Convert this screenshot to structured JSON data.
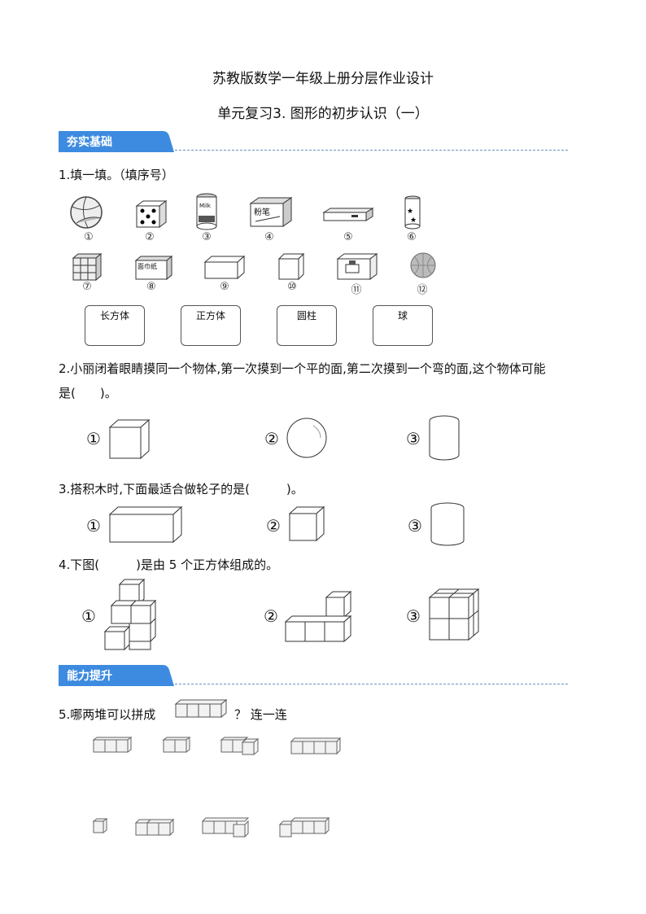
{
  "header": {
    "title": "苏教版数学一年级上册分层作业设计",
    "subtitle": "单元复习3. 图形的初步认识（一）"
  },
  "sections": {
    "basic": "夯实基础",
    "ability": "能力提升"
  },
  "q1": {
    "prompt": "1.填一填。（填序号）",
    "labels": [
      "①",
      "②",
      "③",
      "④",
      "⑤",
      "⑥",
      "⑦",
      "⑧",
      "⑨",
      "⑩",
      "⑪",
      "⑫"
    ],
    "item_text": {
      "milk": "Milk",
      "chalk": "粉笔",
      "tissue": "面巾纸"
    },
    "categories": [
      "长方体",
      "正方体",
      "圆柱",
      "球"
    ]
  },
  "q2": {
    "prompt": "2.小丽闭着眼睛摸同一个物体,第一次摸到一个平的面,第二次摸到一个弯的面,这个物体可能",
    "prompt_cont": "是(　　)。",
    "options": [
      "①",
      "②",
      "③"
    ]
  },
  "q3": {
    "prompt": "3.搭积木时,下面最适合做轮子的是(　　　)。",
    "options": [
      "①",
      "②",
      "③"
    ]
  },
  "q4": {
    "prompt": "4.下图(　　　)是由 5 个正方体组成的。",
    "options": [
      "①",
      "②",
      "③"
    ]
  },
  "q5": {
    "prompt": "5.哪两堆可以拼成",
    "prompt_tail": "？ 连一连"
  },
  "colors": {
    "banner": "#3d8be0",
    "dash": "#6a8fc4",
    "block_fill": "#f2f2f2"
  }
}
